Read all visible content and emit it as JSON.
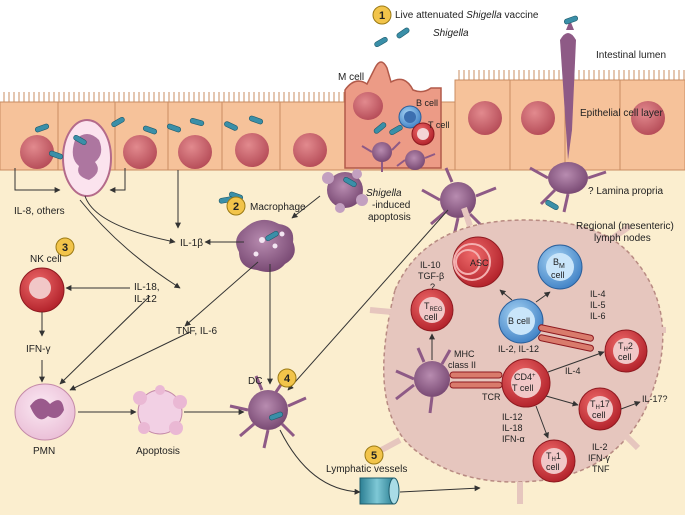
{
  "steps": [
    "1",
    "2",
    "3",
    "4",
    "5"
  ],
  "labels": {
    "vaccine_prefix": "Live attenuated ",
    "vaccine_italic": "Shigella",
    "vaccine_suffix": " vaccine",
    "shigella": "Shigella",
    "intestinal_lumen": "Intestinal lumen",
    "m_cell": "M cell",
    "b_cell_top": "B cell",
    "t_cell_top": "T cell",
    "epithelial_layer": "Epithelial cell layer",
    "lamina_propria": "? Lamina propria",
    "il8": "IL-8, others",
    "shigella_induced_1": "Shigella",
    "shigella_induced_2": "-induced",
    "shigella_induced_3": "apoptosis",
    "macrophage": "Macrophage",
    "regional_1": "Regional (mesenteric)",
    "regional_2": "lymph nodes",
    "il1b": "IL-1β",
    "nk_cell": "NK cell",
    "il18_12_a": "IL-18,",
    "il18_12_b": "IL-12",
    "ifn_gamma": "IFN-γ",
    "tnf_il6": "TNF, IL-6",
    "pmn": "PMN",
    "apoptosis": "Apoptosis",
    "dc": "DC",
    "lymphatic": "Lymphatic vessels",
    "asc": "ASC",
    "bm_cell_1": "B",
    "bm_cell_sub": "M",
    "bm_cell_2": "cell",
    "il10": "IL-10",
    "tgfb": "TGF-β",
    "q": "?",
    "treg_1": "T",
    "treg_sub": "REG",
    "treg_2": "cell",
    "b_cell_ln": "B cell",
    "il4_a": "IL-4",
    "il5": "IL-5",
    "il6": "IL-6",
    "il2_il12": "IL-2, IL-12",
    "th2_1": "T",
    "th2_sub": "H",
    "th2_2": "2",
    "th2_3": "cell",
    "mhc_1": "MHC",
    "mhc_2": "class II",
    "cd4_1": "CD4",
    "cd4_sup": "+",
    "cd4_2": "T cell",
    "il4_b": "IL-4",
    "tcr": "TCR",
    "th17_1": "T",
    "th17_sub": "H",
    "th17_2": "17",
    "th17_3": "cell",
    "il17": "IL-17?",
    "il12_b": "IL-12",
    "il18_b": "IL-18",
    "ifna": "IFN-α",
    "th1_1": "T",
    "th1_sub": "H",
    "th1_2": "1",
    "th1_3": "cell",
    "il2_b": "IL-2",
    "ifng_b": "IFN-γ",
    "tnf_b": "TNF"
  },
  "colors": {
    "lumen": "#ffffff",
    "epithelium": "#f7c9a3",
    "lamina": "#fbeecf",
    "nucleus": "#c8646c",
    "bacteria": "#3a8fa8",
    "dc": "#8e5a86",
    "lymph_node": "#e7c7c0",
    "red_cell": "#c4313a",
    "blue_cell": "#4a86c8",
    "step_badge": "#f2c44a"
  }
}
